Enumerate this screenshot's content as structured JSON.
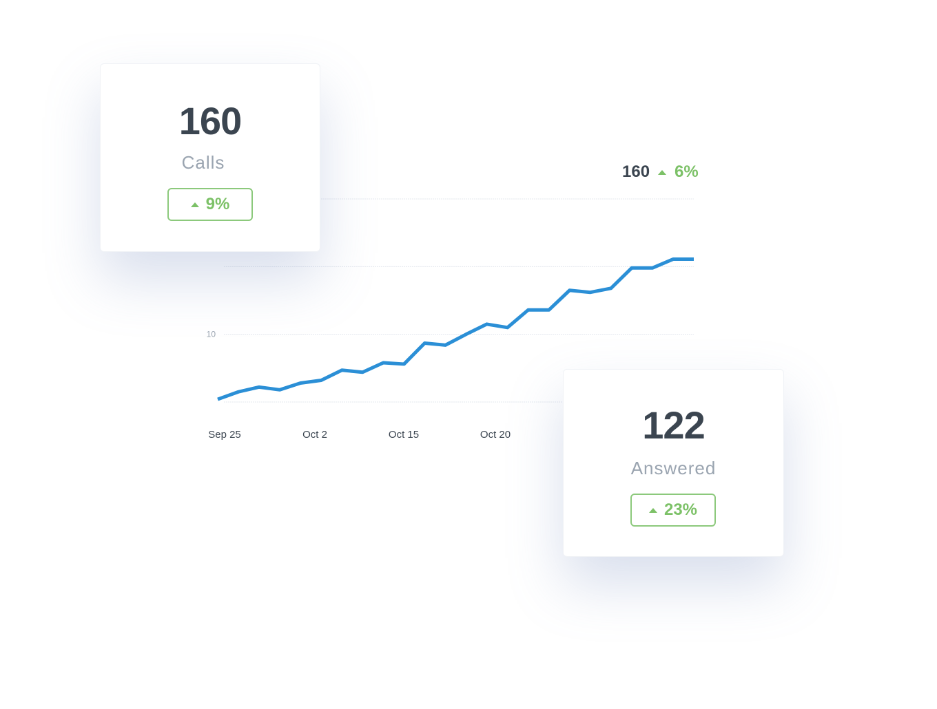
{
  "summary": {
    "total": "160",
    "change": "6%"
  },
  "cards": [
    {
      "value": "160",
      "label": "Calls",
      "change": "9%"
    },
    {
      "value": "122",
      "label": "Answered",
      "change": "23%"
    }
  ],
  "colors": {
    "line": "#2b8fd6",
    "positive": "#7cc167",
    "text": "#3b4550"
  },
  "chart_data": {
    "type": "line",
    "title": "",
    "xlabel": "",
    "ylabel": "",
    "x_tick_labels": [
      "Sep 25",
      "Oct 2",
      "Oct 15",
      "Oct 20"
    ],
    "y_tick_labels": [
      "10"
    ],
    "ylim": [
      0,
      30
    ],
    "grid": true,
    "series": [
      {
        "name": "Calls",
        "values": [
          0.4,
          1.5,
          2.2,
          1.8,
          2.8,
          3.2,
          4.7,
          4.4,
          5.8,
          5.6,
          8.7,
          8.4,
          10.0,
          11.5,
          11.0,
          13.6,
          13.6,
          16.5,
          16.2,
          16.8,
          19.8,
          19.8,
          21.1,
          21.1
        ]
      }
    ]
  }
}
